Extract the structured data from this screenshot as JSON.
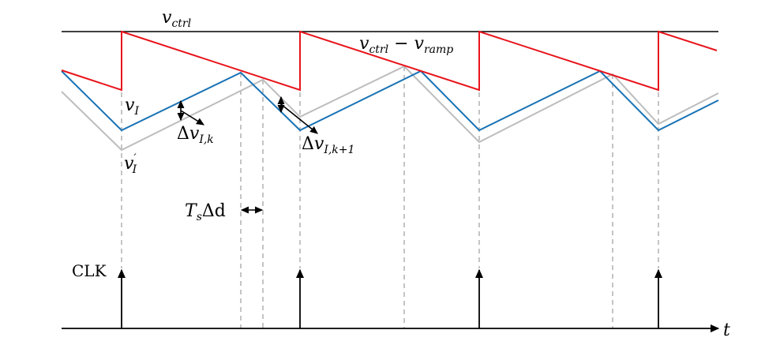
{
  "labels": {
    "vctrl": {
      "base": "v",
      "sub": "ctrl"
    },
    "vctrl_minus_ramp": {
      "base": "v",
      "sub": "ctrl",
      "op": " − ",
      "base2": "v",
      "sub2": "ramp"
    },
    "vI": {
      "base": "v",
      "sub": "I"
    },
    "vI_prime": {
      "base": "v",
      "prime": "′",
      "sub": "I"
    },
    "delta_vIk": {
      "delta": "Δ",
      "base": "v",
      "sub": "I,k"
    },
    "delta_vIk1": {
      "delta": "Δ",
      "base": "v",
      "sub": "I,k+1"
    },
    "tsdd": {
      "base": "T",
      "sub": "s",
      "rest": "Δd"
    },
    "clk": "CLK",
    "t_axis": "t"
  },
  "colors": {
    "ramp": "#e8141b",
    "vI": "#1a73b5",
    "vI_prime": "#bdbdbd",
    "guides": "#b5b5b5",
    "axis": "#000000"
  }
}
